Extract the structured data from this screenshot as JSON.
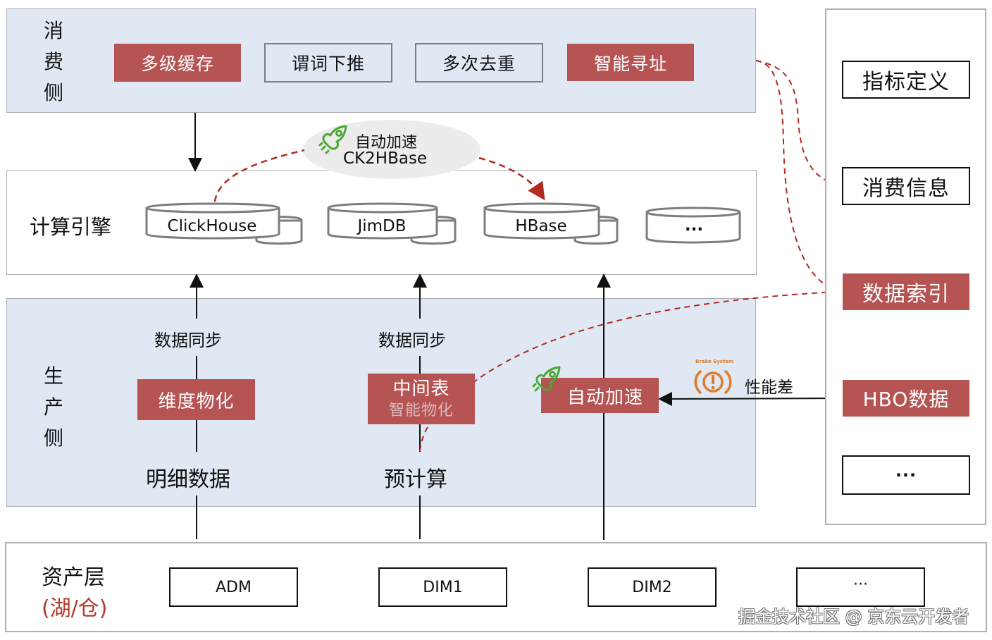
{
  "consumer_side": {
    "label_chars": [
      "消",
      "费",
      "侧"
    ],
    "features": [
      {
        "label": "多级缓存",
        "style": "highlight"
      },
      {
        "label": "谓词下推",
        "style": "outline"
      },
      {
        "label": "多次去重",
        "style": "outline"
      },
      {
        "label": "智能寻址",
        "style": "highlight"
      }
    ]
  },
  "acceleration_bubble": {
    "icon": "rocket-icon",
    "line1": "自动加速",
    "line2": "CK2HBase"
  },
  "compute_engine": {
    "label": "计算引擎",
    "engines": [
      {
        "label": "ClickHouse",
        "icon": "database-icon"
      },
      {
        "label": "JimDB",
        "icon": "database-icon"
      },
      {
        "label": "HBase",
        "icon": "database-icon"
      },
      {
        "label": "···",
        "icon": "database-icon"
      }
    ]
  },
  "producer_side": {
    "label_chars": [
      "生",
      "产",
      "侧"
    ],
    "columns": [
      {
        "sync_label": "数据同步",
        "process": "维度物化",
        "source": "明细数据"
      },
      {
        "sync_label": "数据同步",
        "process": "中间表",
        "process_sub": "智能物化",
        "source": "预计算"
      },
      {
        "process": "自动加速",
        "icon": "rocket-icon"
      }
    ],
    "warning": {
      "icon": "brake-warning-icon",
      "icon_caption": "Brake System",
      "label": "性能差"
    }
  },
  "metadata_panel": {
    "items": [
      {
        "label": "指标定义",
        "style": "outline"
      },
      {
        "label": "消费信息",
        "style": "outline"
      },
      {
        "label": "数据索引",
        "style": "highlight"
      },
      {
        "label": "HBO数据",
        "style": "highlight"
      },
      {
        "label": "···",
        "style": "outline"
      }
    ]
  },
  "asset_layer": {
    "label": "资产层",
    "sublabel": "(湖/仓)",
    "tables": [
      "ADM",
      "DIM1",
      "DIM2",
      "···"
    ]
  },
  "watermark": "掘金技术社区 @ 京东云开发者",
  "colors": {
    "highlight": "#b65353",
    "panel_blue": "#dfe8f3",
    "dashed_arrow": "#b22a22",
    "rocket_green": "#4aa832",
    "warning_orange": "#e07b2c",
    "sublabel_red": "#b03a2e"
  }
}
